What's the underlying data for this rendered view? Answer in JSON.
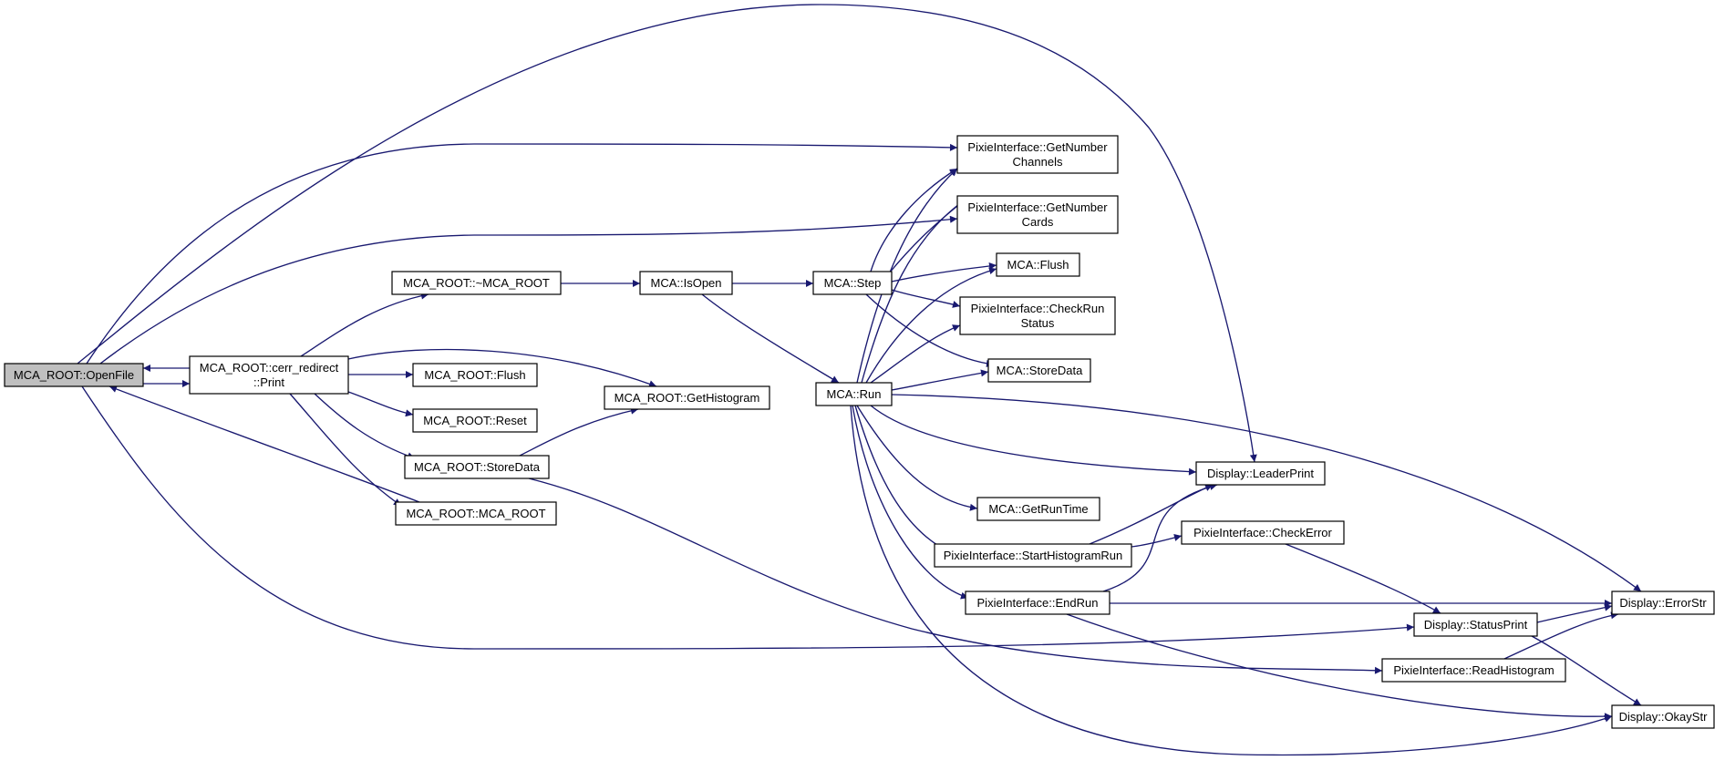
{
  "diagram": {
    "type": "call-graph",
    "root": "openfile",
    "nodes": [
      {
        "id": "openfile",
        "lines": [
          "MCA_ROOT::OpenFile"
        ]
      },
      {
        "id": "cerr_print",
        "lines": [
          "MCA_ROOT::cerr_redirect",
          "::Print"
        ]
      },
      {
        "id": "dtor",
        "lines": [
          "MCA_ROOT::~MCA_ROOT"
        ]
      },
      {
        "id": "root_flush",
        "lines": [
          "MCA_ROOT::Flush"
        ]
      },
      {
        "id": "root_reset",
        "lines": [
          "MCA_ROOT::Reset"
        ]
      },
      {
        "id": "root_store",
        "lines": [
          "MCA_ROOT::StoreData"
        ]
      },
      {
        "id": "ctor",
        "lines": [
          "MCA_ROOT::MCA_ROOT"
        ]
      },
      {
        "id": "isopen",
        "lines": [
          "MCA::IsOpen"
        ]
      },
      {
        "id": "gethist",
        "lines": [
          "MCA_ROOT::GetHistogram"
        ]
      },
      {
        "id": "step",
        "lines": [
          "MCA::Step"
        ]
      },
      {
        "id": "run",
        "lines": [
          "MCA::Run"
        ]
      },
      {
        "id": "getnumch",
        "lines": [
          "PixieInterface::GetNumber",
          "Channels"
        ]
      },
      {
        "id": "getnumcards",
        "lines": [
          "PixieInterface::GetNumber",
          "Cards"
        ]
      },
      {
        "id": "mca_flush",
        "lines": [
          "MCA::Flush"
        ]
      },
      {
        "id": "checkrun",
        "lines": [
          "PixieInterface::CheckRun",
          "Status"
        ]
      },
      {
        "id": "mca_store",
        "lines": [
          "MCA::StoreData"
        ]
      },
      {
        "id": "leader",
        "lines": [
          "Display::LeaderPrint"
        ]
      },
      {
        "id": "runtime",
        "lines": [
          "MCA::GetRunTime"
        ]
      },
      {
        "id": "starthist",
        "lines": [
          "PixieInterface::StartHistogramRun"
        ]
      },
      {
        "id": "checkerr",
        "lines": [
          "PixieInterface::CheckError"
        ]
      },
      {
        "id": "endrun",
        "lines": [
          "PixieInterface::EndRun"
        ]
      },
      {
        "id": "status",
        "lines": [
          "Display::StatusPrint"
        ]
      },
      {
        "id": "readhist",
        "lines": [
          "PixieInterface::ReadHistogram"
        ]
      },
      {
        "id": "errorstr",
        "lines": [
          "Display::ErrorStr"
        ]
      },
      {
        "id": "okaystr",
        "lines": [
          "Display::OkayStr"
        ]
      }
    ],
    "edges": [
      {
        "from": "openfile",
        "to": "cerr_print"
      },
      {
        "from": "openfile",
        "to": "getnumch"
      },
      {
        "from": "openfile",
        "to": "getnumcards"
      },
      {
        "from": "openfile",
        "to": "leader"
      },
      {
        "from": "openfile",
        "to": "status"
      },
      {
        "from": "cerr_print",
        "to": "openfile"
      },
      {
        "from": "cerr_print",
        "to": "dtor"
      },
      {
        "from": "cerr_print",
        "to": "root_flush"
      },
      {
        "from": "cerr_print",
        "to": "root_reset"
      },
      {
        "from": "cerr_print",
        "to": "root_store"
      },
      {
        "from": "cerr_print",
        "to": "ctor"
      },
      {
        "from": "cerr_print",
        "to": "gethist"
      },
      {
        "from": "ctor",
        "to": "openfile"
      },
      {
        "from": "dtor",
        "to": "isopen"
      },
      {
        "from": "root_store",
        "to": "gethist"
      },
      {
        "from": "root_store",
        "to": "readhist"
      },
      {
        "from": "isopen",
        "to": "step"
      },
      {
        "from": "isopen",
        "to": "run"
      },
      {
        "from": "step",
        "to": "getnumch"
      },
      {
        "from": "step",
        "to": "getnumcards"
      },
      {
        "from": "step",
        "to": "mca_flush"
      },
      {
        "from": "step",
        "to": "checkrun"
      },
      {
        "from": "step",
        "to": "mca_store"
      },
      {
        "from": "run",
        "to": "getnumch"
      },
      {
        "from": "run",
        "to": "getnumcards"
      },
      {
        "from": "run",
        "to": "mca_flush"
      },
      {
        "from": "run",
        "to": "checkrun"
      },
      {
        "from": "run",
        "to": "mca_store"
      },
      {
        "from": "run",
        "to": "leader"
      },
      {
        "from": "run",
        "to": "errorstr"
      },
      {
        "from": "run",
        "to": "runtime"
      },
      {
        "from": "run",
        "to": "starthist"
      },
      {
        "from": "run",
        "to": "endrun"
      },
      {
        "from": "run",
        "to": "okaystr"
      },
      {
        "from": "starthist",
        "to": "leader"
      },
      {
        "from": "starthist",
        "to": "checkerr"
      },
      {
        "from": "checkerr",
        "to": "status"
      },
      {
        "from": "endrun",
        "to": "leader"
      },
      {
        "from": "endrun",
        "to": "errorstr"
      },
      {
        "from": "endrun",
        "to": "okaystr"
      },
      {
        "from": "status",
        "to": "errorstr"
      },
      {
        "from": "status",
        "to": "okaystr"
      },
      {
        "from": "readhist",
        "to": "errorstr"
      }
    ]
  },
  "colors": {
    "edge": "#191970",
    "node_border": "#000000",
    "node_fill": "#ffffff",
    "root_fill": "#bfbfbf",
    "background": "#ffffff"
  }
}
